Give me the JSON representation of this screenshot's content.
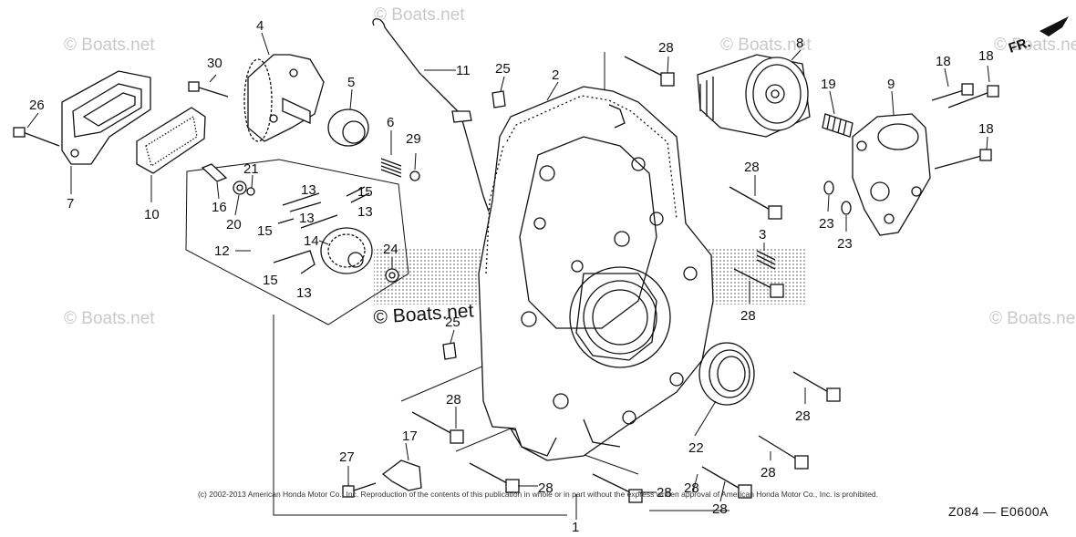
{
  "watermark": "© Boats.net",
  "orientation_label": "FR.",
  "copyright": "(c) 2002-2013 American Honda Motor Co., Inc. Reproduction of the contents of this publication in whole or in part without the express written approval of American Honda Motor Co., Inc. is prohibited.",
  "diagram_code": "Z084 — E0600A",
  "callouts": [
    "1",
    "2",
    "3",
    "4",
    "5",
    "6",
    "7",
    "8",
    "9",
    "10",
    "11",
    "12",
    "13",
    "13",
    "13",
    "13",
    "14",
    "15",
    "15",
    "15",
    "16",
    "17",
    "18",
    "18",
    "18",
    "19",
    "20",
    "21",
    "22",
    "23",
    "23",
    "24",
    "25",
    "25",
    "26",
    "27",
    "28",
    "28",
    "28",
    "28",
    "28",
    "28",
    "28",
    "28",
    "28",
    "28",
    "29",
    "30"
  ]
}
